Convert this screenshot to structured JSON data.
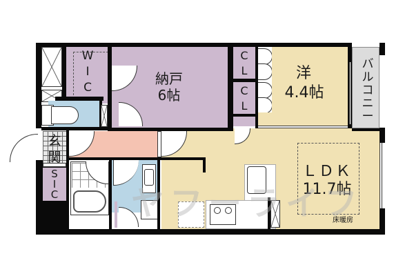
{
  "floorplan": {
    "rooms": {
      "wic": {
        "label": "W\nI\nC"
      },
      "storage": {
        "label": "納戸",
        "size": "6帖"
      },
      "cl_top": {
        "label": "C\nL"
      },
      "cl_bottom": {
        "label": "C\nL"
      },
      "western": {
        "label": "洋",
        "size": "4.4帖"
      },
      "balcony": {
        "label": "バ\nル\nコ\nニ\nー"
      },
      "entrance": {
        "label": "玄\n関"
      },
      "sic": {
        "label": "S\nI\nC"
      },
      "ldk": {
        "label": "ＬＤＫ",
        "size": "11.7帖"
      },
      "floor_heating": {
        "label": "床暖房"
      }
    },
    "watermark": "ヤフーライフ",
    "colors": {
      "wall": "#0a0a0a",
      "closet_purple": "#cdb9cf",
      "living_yellow": "#f1e2b4",
      "hall_pink": "#f5c3b2",
      "water_blue": "#b9d6e6",
      "balcony_gray": "#dcdcdc"
    }
  }
}
